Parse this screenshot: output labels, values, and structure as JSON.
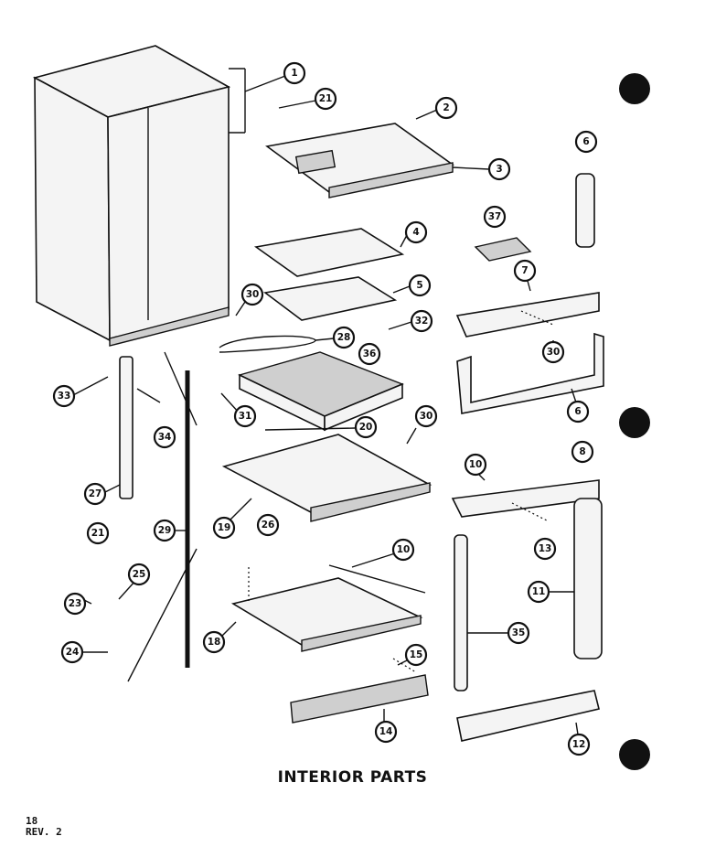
{
  "title": "INTERIOR PARTS",
  "page_number": "18",
  "revision": "REV. 2",
  "callouts": [
    "1",
    "21",
    "2",
    "3",
    "6",
    "37",
    "4",
    "5",
    "30",
    "32",
    "7",
    "28",
    "36",
    "33",
    "34",
    "31",
    "20",
    "30",
    "6",
    "27",
    "8",
    "19",
    "10",
    "29",
    "26",
    "13",
    "21",
    "25",
    "10",
    "11",
    "23",
    "18",
    "35",
    "24",
    "15",
    "14",
    "12"
  ]
}
